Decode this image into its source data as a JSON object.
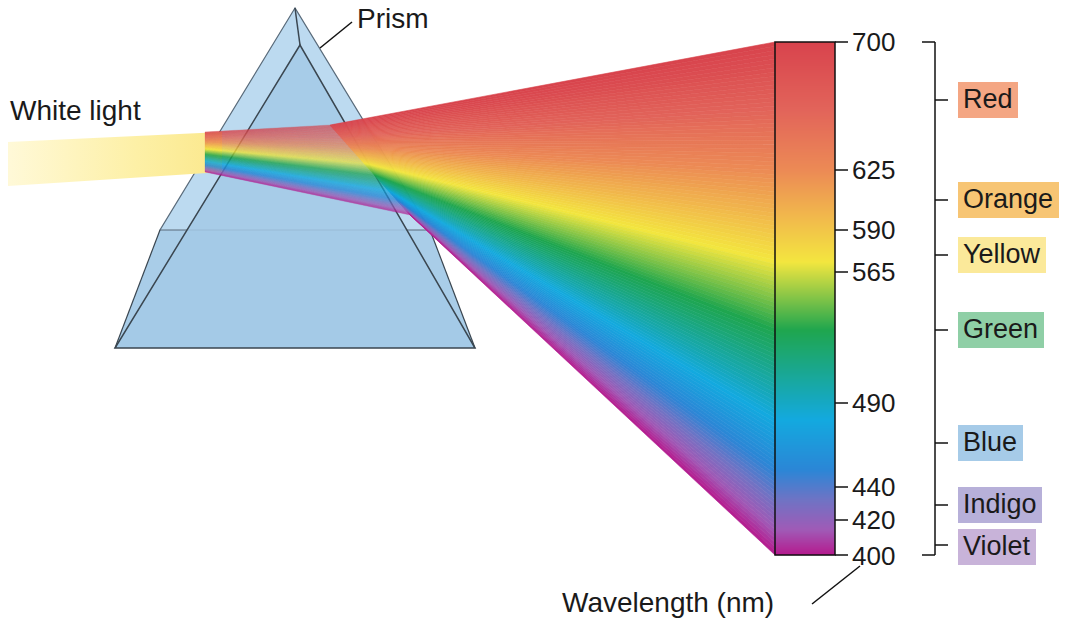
{
  "diagram": {
    "nodes": [
      {
        "text": [
          "Red"
        ]
      },
      {
        "text": [
          "Orange"
        ]
      },
      {
        "text": [
          "Yellow"
        ]
      },
      {
        "text": [
          "Green"
        ]
      },
      {
        "text": [
          "Blue"
        ]
      },
      {
        "text": [
          "Indigo"
        ]
      },
      {
        "text": [
          "Violet"
        ]
      }
    ],
    "labels": [
      "Prism",
      "White light",
      "700",
      "625",
      "590",
      "565",
      "490",
      "440",
      "420",
      "400",
      "Wavelength (nm)"
    ]
  }
}
